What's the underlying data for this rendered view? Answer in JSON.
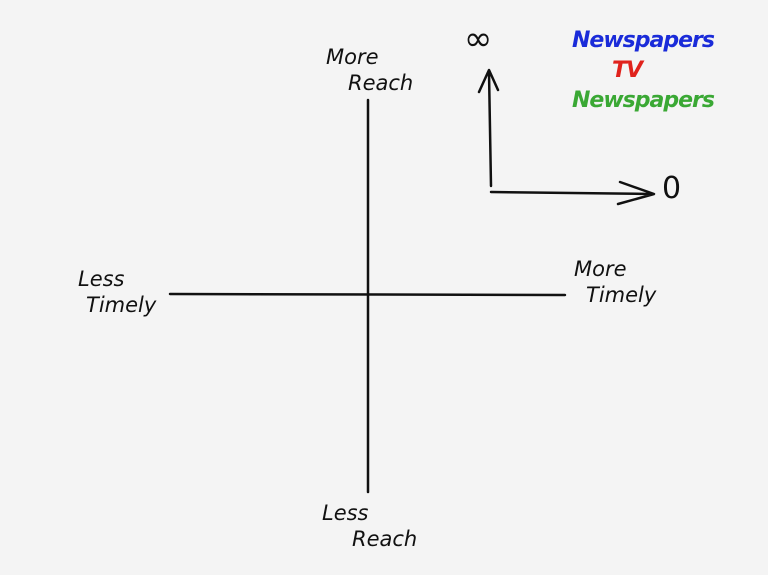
{
  "axes": {
    "top": [
      "More",
      "Reach"
    ],
    "bottom": [
      "Less",
      "Reach"
    ],
    "left": [
      "Less",
      "Timely"
    ],
    "right": [
      "More",
      "Timely"
    ]
  },
  "scale_key": {
    "vertical_label": "∞",
    "horizontal_label": "0"
  },
  "legend": {
    "items": [
      {
        "label": "Newspapers",
        "color": "#1a2bd9"
      },
      {
        "label": "TV",
        "color": "#e0221c"
      },
      {
        "label": "Newspapers",
        "color": "#3aa834"
      }
    ]
  }
}
